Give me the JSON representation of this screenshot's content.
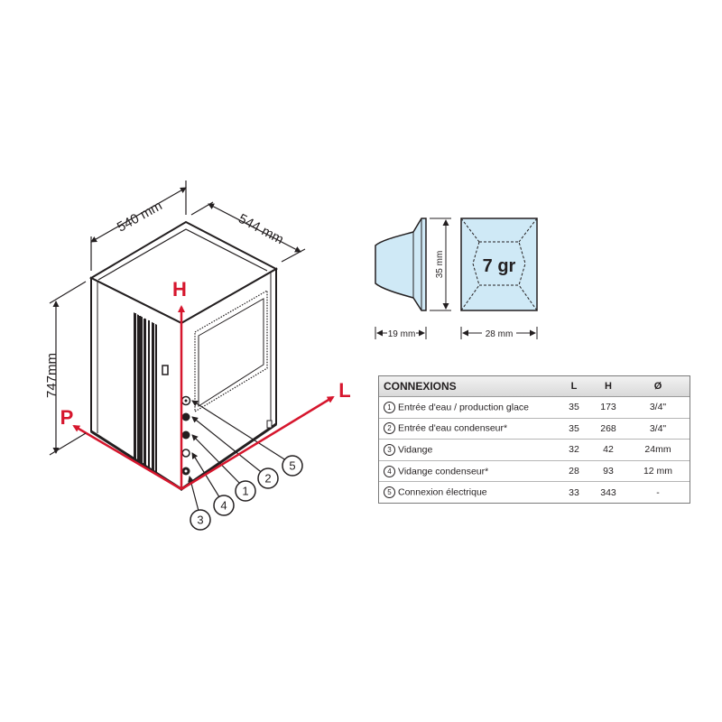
{
  "machine": {
    "dim_width": "540 mm",
    "dim_depth": "544 mm",
    "dim_height": "747mm",
    "axis_h": "H",
    "axis_l": "L",
    "axis_p": "P",
    "callouts": [
      "1",
      "2",
      "3",
      "4",
      "5"
    ]
  },
  "cube": {
    "weight": "7 gr",
    "dim_height": "35 mm",
    "dim_depth": "19 mm",
    "dim_width": "28 mm",
    "color_fill": "#cfe9f6"
  },
  "table": {
    "headers": {
      "name": "CONNEXIONS",
      "l": "L",
      "h": "H",
      "d": "Ø"
    },
    "rows": [
      {
        "marker": "1",
        "name": "Entrée d'eau / production glace",
        "l": "35",
        "h": "173",
        "d": "3/4\""
      },
      {
        "marker": "2",
        "name": "Entrée d'eau condenseur*",
        "l": "35",
        "h": "268",
        "d": "3/4\""
      },
      {
        "marker": "3",
        "name": "Vidange",
        "l": "32",
        "h": "42",
        "d": "24mm"
      },
      {
        "marker": "4",
        "name": "Vidange condenseur*",
        "l": "28",
        "h": "93",
        "d": "12 mm"
      },
      {
        "marker": "5",
        "name": "Connexion électrique",
        "l": "33",
        "h": "343",
        "d": "-"
      }
    ]
  },
  "colors": {
    "axis": "#d6162d",
    "line": "#231f20"
  }
}
